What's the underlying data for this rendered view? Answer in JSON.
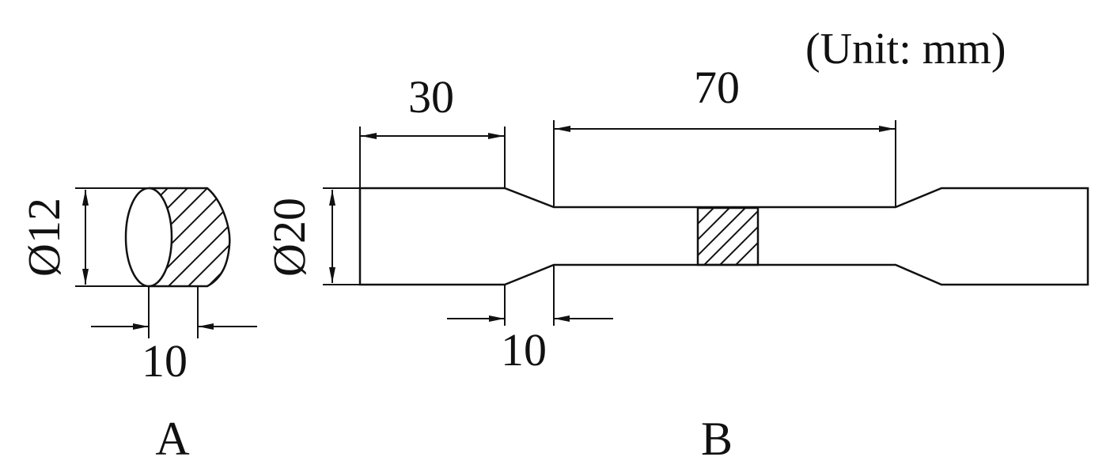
{
  "unit_note": "(Unit: mm)",
  "part_a": {
    "label": "A",
    "diameter_label": "Ø12",
    "length_label": "10"
  },
  "part_b": {
    "label": "B",
    "diameter_label": "Ø20",
    "grip_length_label": "30",
    "gauge_length_label": "70",
    "transition_length_label": "10"
  }
}
